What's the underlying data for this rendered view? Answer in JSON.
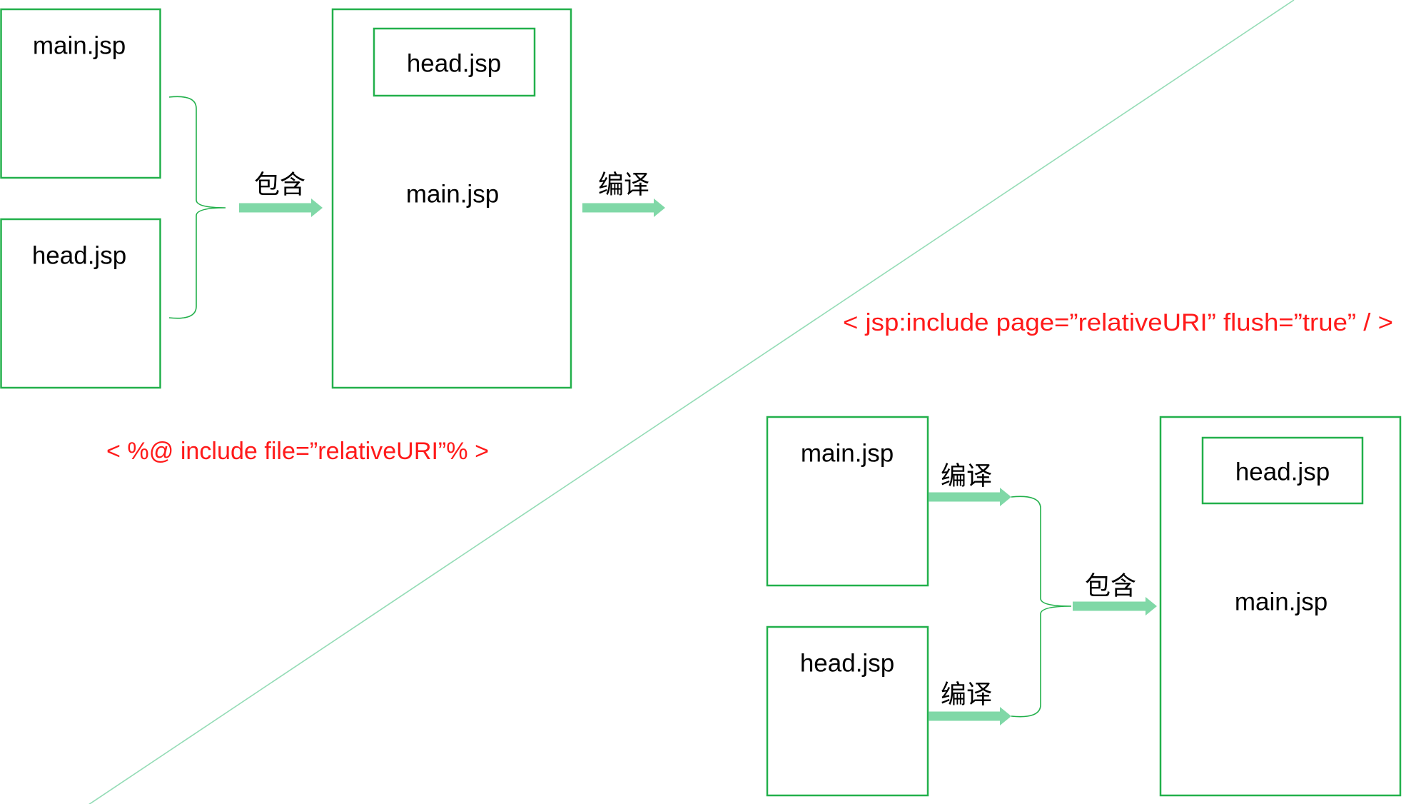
{
  "colors": {
    "box_border": "#22b04b",
    "arrow": "#80d8a7",
    "divider": "#94dcb6",
    "code_text": "#ff1a1a",
    "label_text": "#000000"
  },
  "static_include": {
    "source_boxes": [
      {
        "label": "main.jsp"
      },
      {
        "label": "head.jsp"
      }
    ],
    "include_label": "包含",
    "result_box": {
      "inner_label": "head.jsp",
      "outer_label": "main.jsp"
    },
    "compile_label": "编译",
    "directive": "< %@ include file=”relativeURI”% >"
  },
  "dynamic_include": {
    "directive": "< jsp:include page=”relativeURI” flush=”true” / >",
    "source_boxes": [
      {
        "label": "main.jsp",
        "compile_label": "编译"
      },
      {
        "label": "head.jsp",
        "compile_label": "编译"
      }
    ],
    "include_label": "包含",
    "result_box": {
      "inner_label": "head.jsp",
      "outer_label": "main.jsp"
    }
  }
}
